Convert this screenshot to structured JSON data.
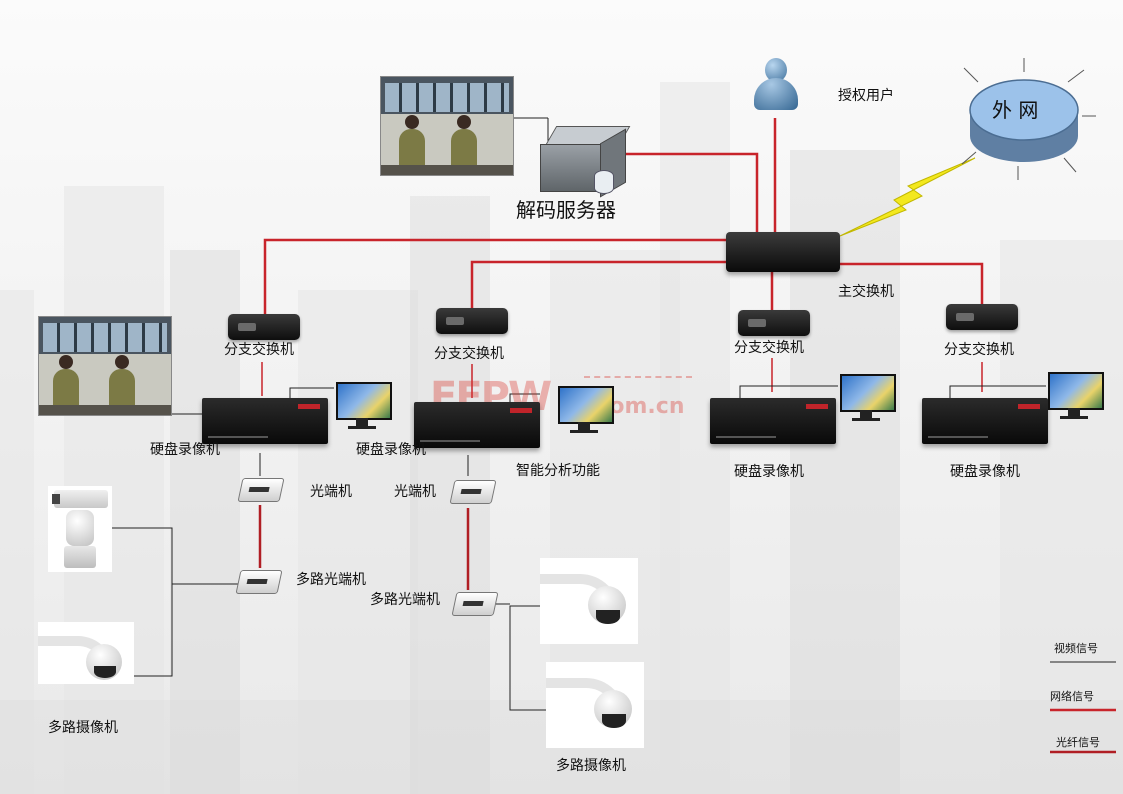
{
  "nodes": {
    "decode_server": "解码服务器",
    "authorized_user": "授权用户",
    "external_net": "外 网",
    "main_switch": "主交换机",
    "branch_switch": "分支交换机",
    "dvr": "硬盘录像机",
    "smart_analysis": "智能分析功能",
    "optical_terminal": "光端机",
    "multi_optical_terminal": "多路光端机",
    "multi_camera": "多路摄像机"
  },
  "legend": {
    "video": "视频信号",
    "network": "网络信号",
    "fiber": "光纤信号"
  },
  "colors": {
    "network_line": "#c8242b",
    "fiber_line": "#b01e24",
    "video_line": "#222222",
    "lightning": "#f3e81e",
    "cloud": "#9cc2ea"
  },
  "icons": [
    "user-icon",
    "cloud-icon",
    "server-icon",
    "switch-icon",
    "dvr-icon",
    "monitor-icon",
    "optical-terminal-icon",
    "dome-camera-icon",
    "ptz-camera-icon",
    "control-room-photo",
    "lightning-icon"
  ]
}
